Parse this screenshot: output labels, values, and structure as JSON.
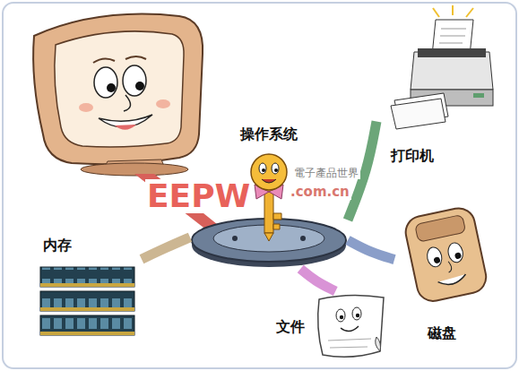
{
  "diagram": {
    "nodes": [
      {
        "text": [
          "操作系统"
        ]
      },
      {
        "text": [
          "打印机"
        ]
      },
      {
        "text": [
          "内存"
        ]
      },
      {
        "text": [
          "文件"
        ]
      },
      {
        "text": [
          "磁盘"
        ]
      }
    ],
    "edges": [
      {
        "from": 0,
        "to": 1,
        "arrow": "none"
      },
      {
        "from": 0,
        "to": 2,
        "arrow": "none"
      },
      {
        "from": 0,
        "to": 3,
        "arrow": "none"
      },
      {
        "from": 0,
        "to": 4,
        "arrow": "none"
      }
    ],
    "labels": [
      "EEPW",
      "電子產品世界",
      ".com.cn"
    ]
  }
}
